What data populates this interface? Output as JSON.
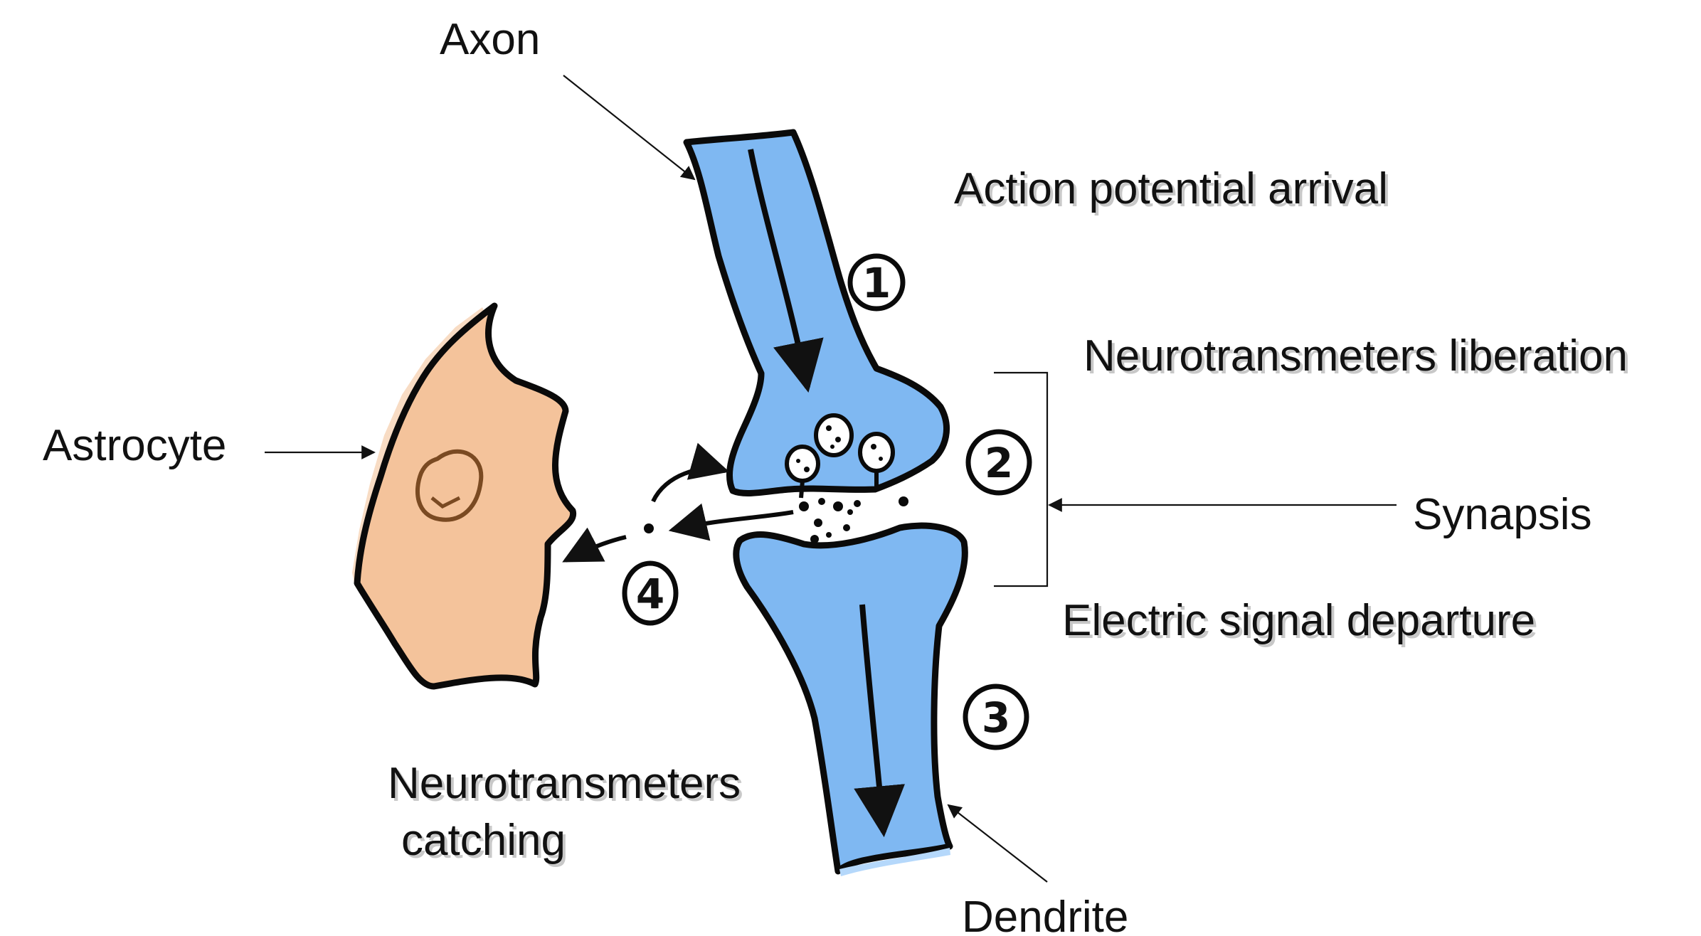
{
  "labels": {
    "axon": "Axon",
    "action_potential": "Action potential arrival",
    "liberation": "Neurotransmeters liberation",
    "astrocyte": "Astrocyte",
    "synapsis": "Synapsis",
    "electric_signal": "Electric signal departure",
    "catching_line1": "Neurotransmeters",
    "catching_line2": "catching",
    "dendrite": "Dendrite"
  },
  "steps": [
    "1",
    "2",
    "3",
    "4"
  ],
  "colors": {
    "neuron_fill": "#7fb8f2",
    "neuron_highlight": "#b5d8fb",
    "astrocyte_fill": "#f4c39b",
    "astrocyte_highlight": "#f8dcc4",
    "nucleus": "#7a4a22",
    "outline": "#0a0a0a"
  }
}
